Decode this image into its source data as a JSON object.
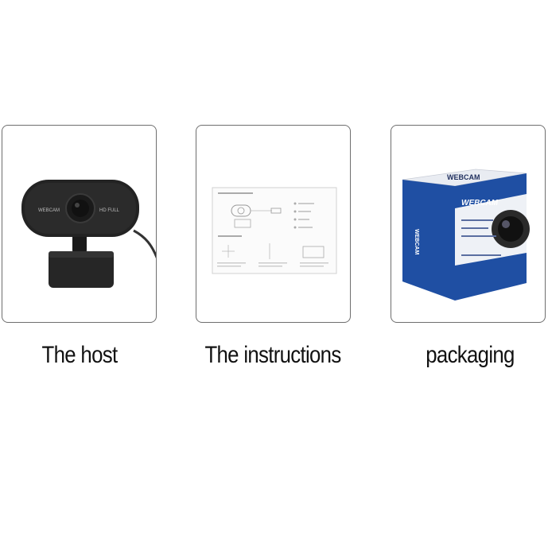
{
  "panels": [
    {
      "caption": "The host",
      "camera_label_left": "WEBCAM",
      "camera_label_right": "HD FULL"
    },
    {
      "caption": "The instructions"
    },
    {
      "caption": "packaging",
      "box_top_label": "WEBCAM",
      "box_front_label": "WEBCAM",
      "box_side_label": "WEBCAM"
    }
  ],
  "colors": {
    "card_border": "#6e6e6e",
    "box_blue": "#1f4fa3",
    "camera_body": "#222222"
  }
}
